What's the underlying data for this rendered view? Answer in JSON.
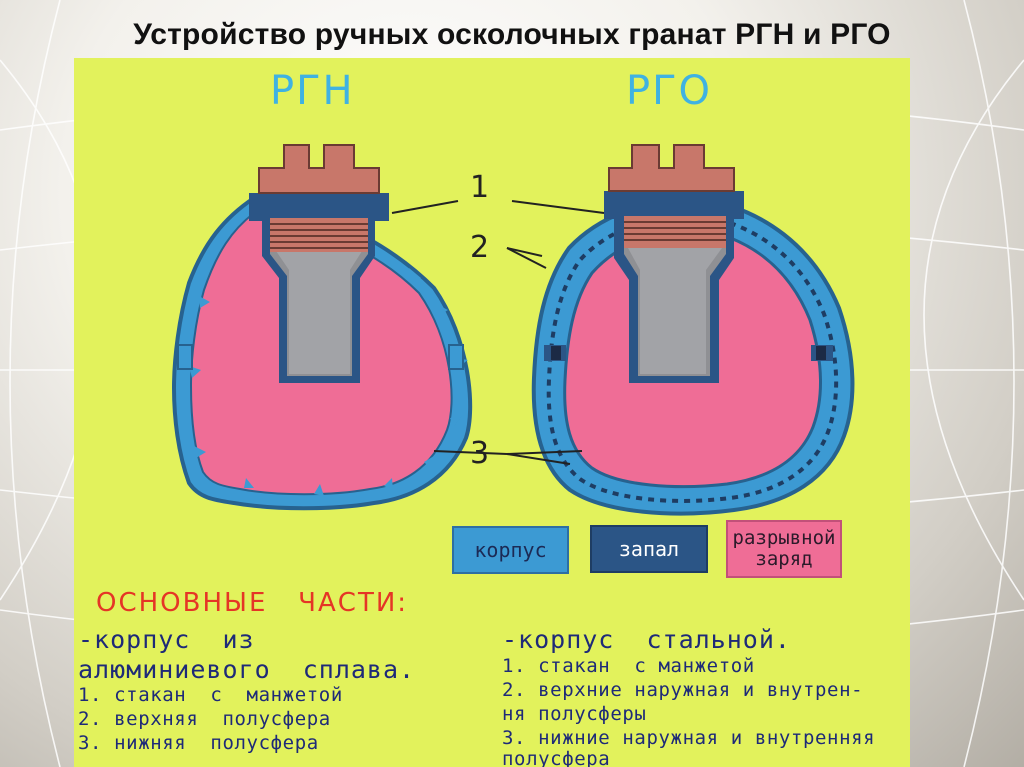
{
  "slide": {
    "title": "Устройство ручных осколочных гранат РГН и РГО"
  },
  "diagram": {
    "labels": {
      "left": "РГН",
      "right": "РГО"
    },
    "callouts": [
      "1",
      "2",
      "3"
    ],
    "legend": {
      "body": "корпус",
      "fuze": "запал",
      "charge_line1": "разрывной",
      "charge_line2": "заряд"
    },
    "colors": {
      "background": "#e2f25c",
      "body": "#3c9ad3",
      "fuze": "#2b5586",
      "charge": "#ef6d96",
      "cap": "#c8776a",
      "cup": "#8f9094",
      "label": "#3fb2e2",
      "heading": "#e53526",
      "text": "#1e2a78"
    }
  },
  "parts": {
    "heading": "ОСНОВНЫЕ   ЧАСТИ:",
    "rgn": {
      "line1": "-корпус  из",
      "line2": "алюминиевого  сплава.",
      "items": [
        "1. стакан  с  манжетой",
        "2. верхняя  полусфера",
        "3. нижняя  полусфера"
      ]
    },
    "rgo": {
      "line1": "-корпус  стальной.",
      "items": [
        "1. стакан  с манжетой",
        "2. верхние наружная и внутрен-",
        "ня полусферы",
        "3. нижние наружная и внутренняя",
        "полусфера"
      ]
    }
  }
}
